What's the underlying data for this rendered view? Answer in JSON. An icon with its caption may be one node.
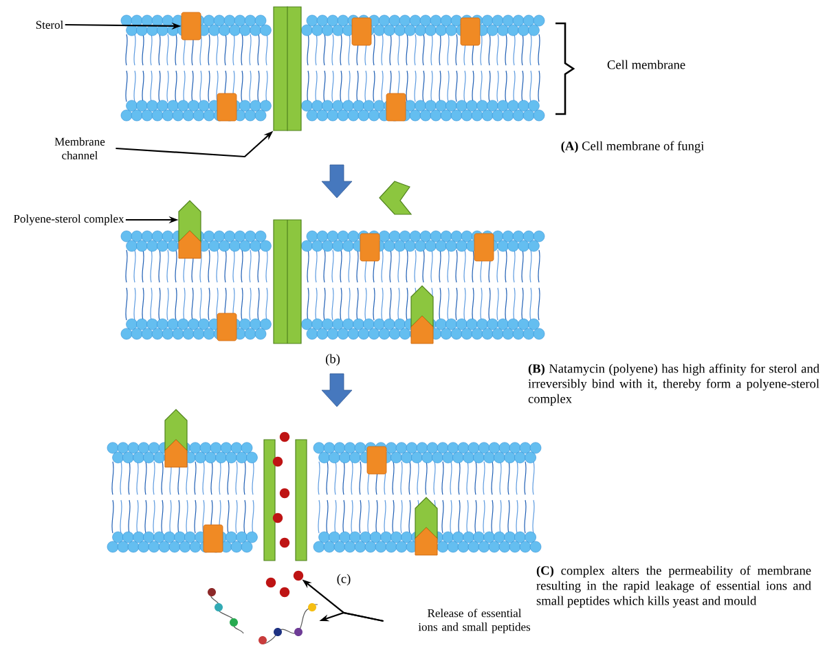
{
  "diagram": {
    "nodes": [
      {
        "text": [
          "Sterol"
        ]
      },
      {
        "text": [],
        "shape": "box"
      },
      {
        "text": [
          "Membrane channel"
        ]
      },
      {
        "text": [],
        "shape": "bar"
      },
      {
        "text": [
          "Polyene-sterol complex"
        ]
      },
      {
        "text": [],
        "shape": "pentagon"
      },
      {
        "text": [
          "Release of essential ions and small peptides"
        ]
      },
      {
        "text": [],
        "shape": "circle"
      },
      {
        "text": [],
        "shape": "picture"
      }
    ],
    "edges": [
      {
        "from": 0,
        "to": 1,
        "arrow": "to"
      },
      {
        "from": 2,
        "to": 3,
        "arrow": "to"
      },
      {
        "from": 4,
        "to": 5,
        "arrow": "to"
      },
      {
        "from": 6,
        "to": 7,
        "arrow": "to"
      },
      {
        "from": 6,
        "to": 8,
        "arrow": "to"
      }
    ],
    "labels": [
      "Cell membrane",
      "**(A)** Cell membrane of fungi",
      "(b)",
      "**(B)** Natamycin (polyene) has high affinity for sterol and irreversibly bind with it, thereby form a polyene-sterol complex",
      "(c)",
      "**(C)** complex alters the permeability of membrane resulting in the rapid leakage of essential ions and small peptides which kills yeast and mould"
    ]
  }
}
